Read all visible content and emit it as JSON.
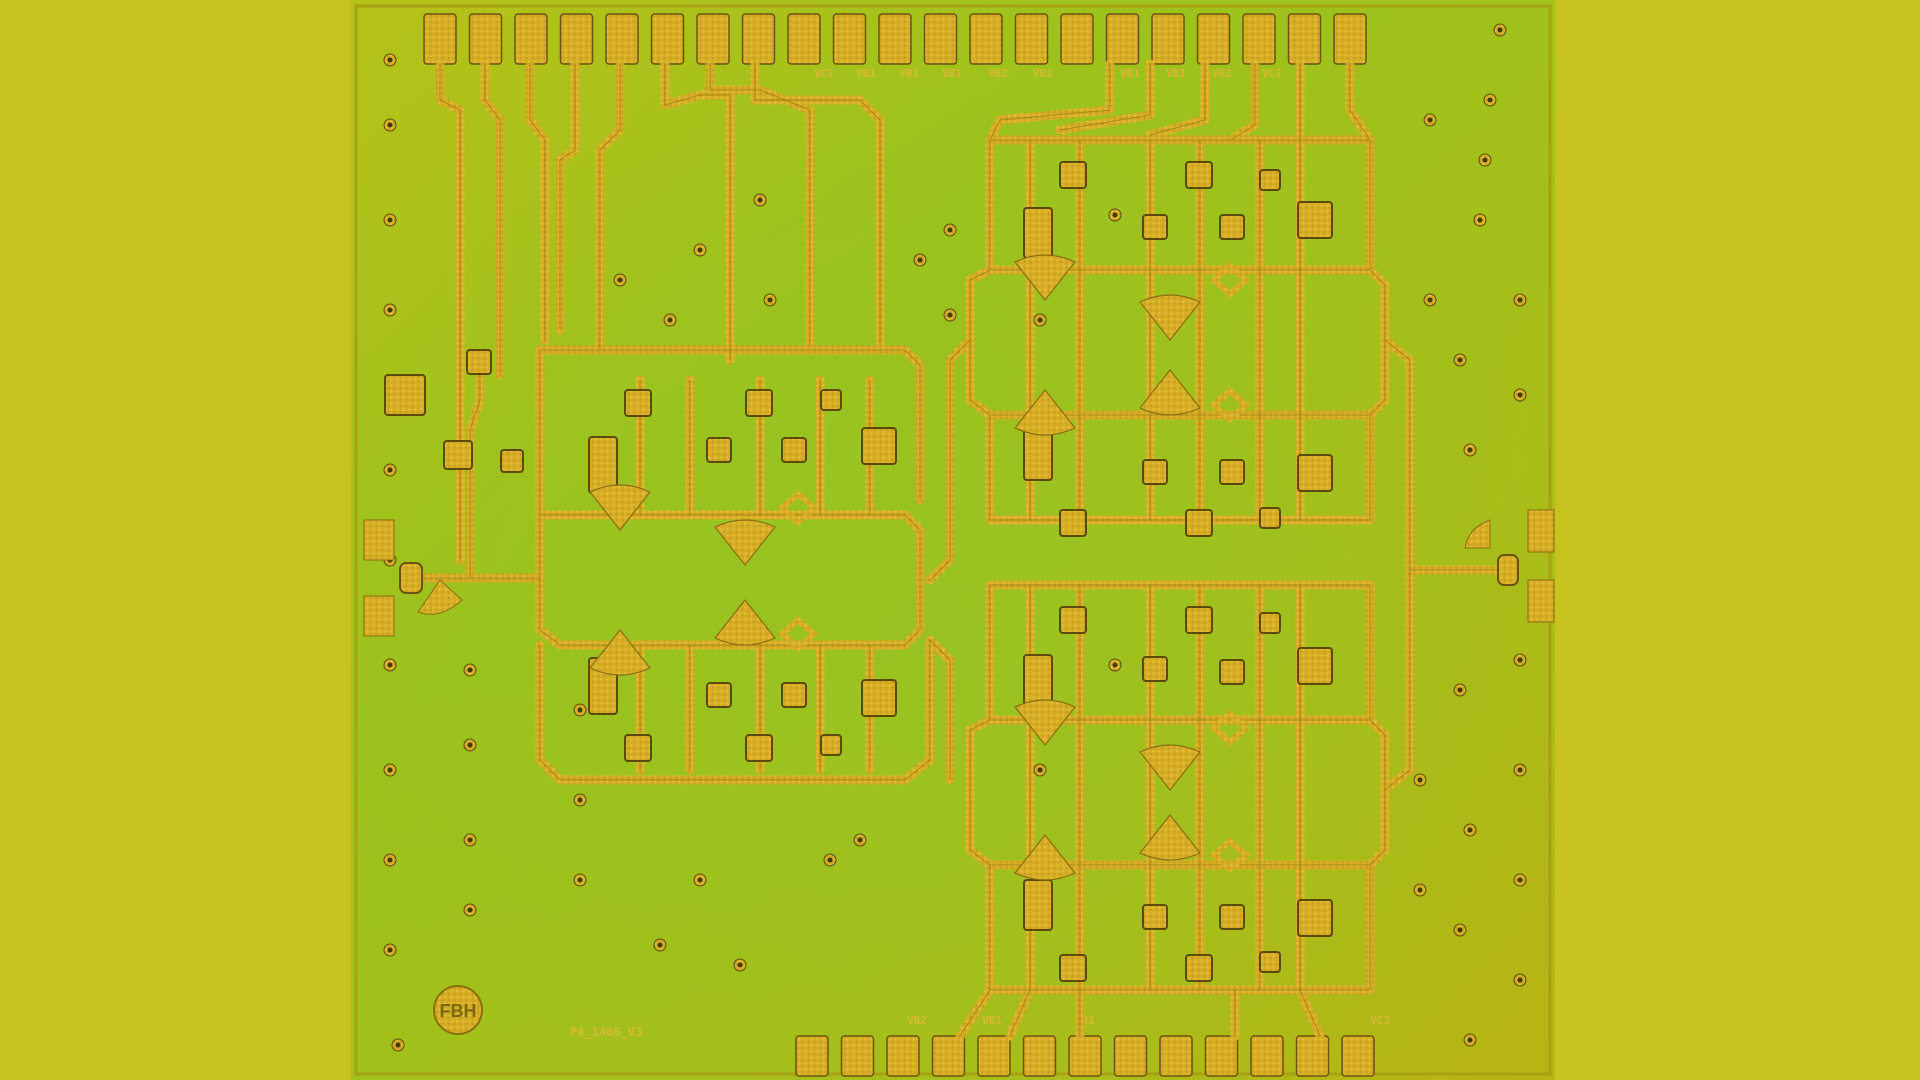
{
  "chip": {
    "id_label": "PA_1406_V3",
    "logo_text": "FBH",
    "top_pad_labels": [
      "VC1",
      "VB1",
      "VB1",
      "VB1",
      "VB2",
      "VB2",
      "VB1",
      "VB1",
      "VB2",
      "VC2"
    ],
    "bottom_pad_labels": [
      "VB2",
      "VB1",
      "VB1",
      "VC3"
    ]
  },
  "colors": {
    "background": "#c6c21e",
    "substrate": "#9fbe1c",
    "metal": "#d8b02a",
    "trace_edge": "#8a6e10",
    "via": "#4a4a16"
  }
}
